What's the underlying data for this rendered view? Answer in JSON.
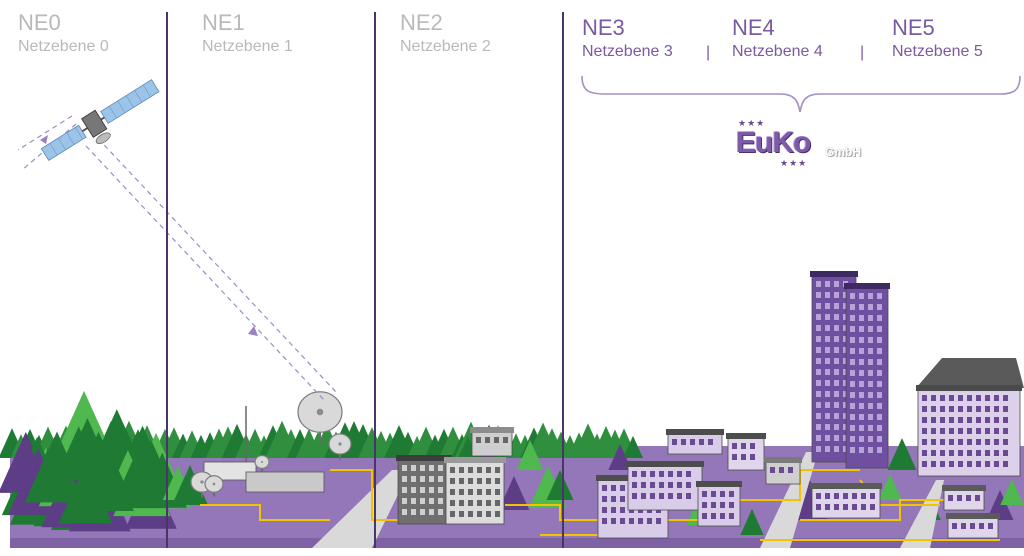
{
  "levels": [
    {
      "code": "NE0",
      "name": "Netzebene 0"
    },
    {
      "code": "NE1",
      "name": "Netzebene 1"
    },
    {
      "code": "NE2",
      "name": "Netzebene 2"
    },
    {
      "code": "NE3",
      "name": "Netzebene 3"
    },
    {
      "code": "NE4",
      "name": "Netzebene 4"
    },
    {
      "code": "NE5",
      "name": "Netzebene 5"
    }
  ],
  "separator": "|",
  "logo": {
    "word": "EuKo",
    "suffix": "GmbH",
    "stars": "★★★"
  },
  "colors": {
    "inactive_text": "#b9b9b9",
    "active_text": "#7a5aa0",
    "divider": "#4a3568",
    "ground": "#9477b8",
    "road": "#d9d9d9",
    "cable": "#f2c300",
    "tree_dark": "#1f7a33",
    "tree_light": "#4fb84f",
    "tree_purple": "#5c3d86",
    "tower": "#6e4fa0"
  }
}
